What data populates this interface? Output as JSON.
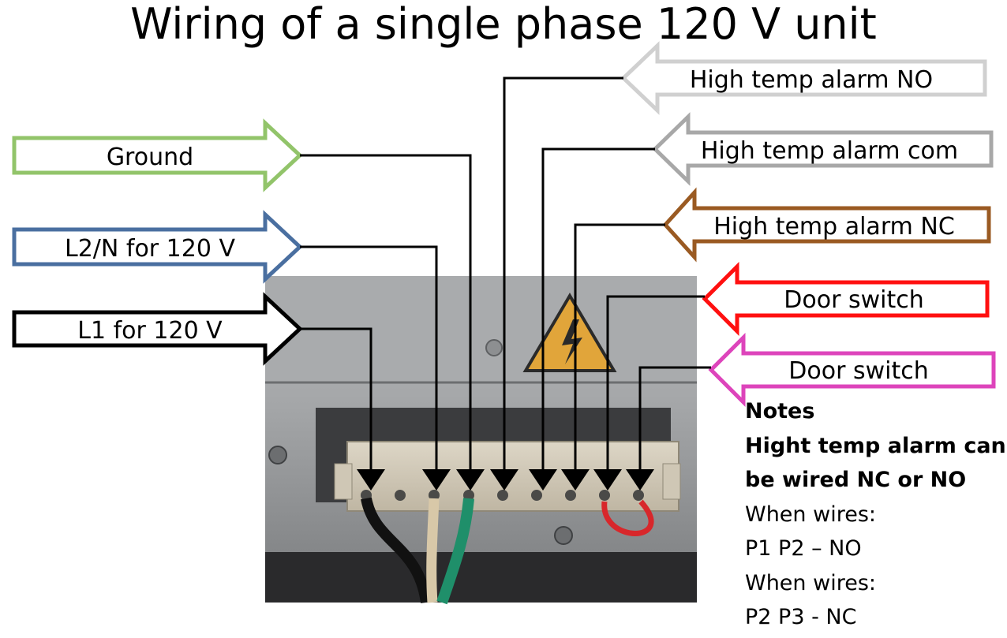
{
  "title": "Wiring of a single phase 120 V unit",
  "left_labels": [
    {
      "text": "Ground",
      "color": "#92c46a"
    },
    {
      "text": "L2/N for 120 V",
      "color": "#4a6fa0"
    },
    {
      "text": "L1 for 120 V",
      "color": "#000000"
    }
  ],
  "right_labels": [
    {
      "text": "High temp alarm NO",
      "color": "#d0d0d0"
    },
    {
      "text": "High temp alarm com",
      "color": "#a8a8a8"
    },
    {
      "text": "High temp alarm NC",
      "color": "#9a5a22"
    },
    {
      "text": "Door switch",
      "color": "#ff1010"
    },
    {
      "text": "Door switch",
      "color": "#dd44bb"
    }
  ],
  "notes": {
    "heading": "Notes",
    "line1": "Hight temp alarm can",
    "line2": "be wired NC or NO",
    "line3": "When wires:",
    "line4": "P1 P2 – NO",
    "line5": "When wires:",
    "line6": "P2 P3 - NC"
  },
  "photo": {
    "description_icon": "warning-triangle-icon"
  }
}
